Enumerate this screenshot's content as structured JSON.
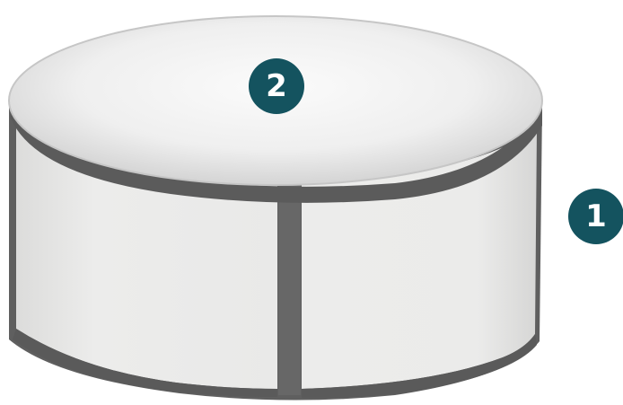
{
  "badges": [
    {
      "id": "badge-1",
      "label": "1"
    },
    {
      "id": "badge-2",
      "label": "2"
    }
  ],
  "colors": {
    "badge": "#14535f",
    "band": "#6b6b6b",
    "band_dark": "#575757",
    "panel": "#ececeb",
    "top_center": "#fbfbfb",
    "top_edge": "#cfcfcf"
  }
}
